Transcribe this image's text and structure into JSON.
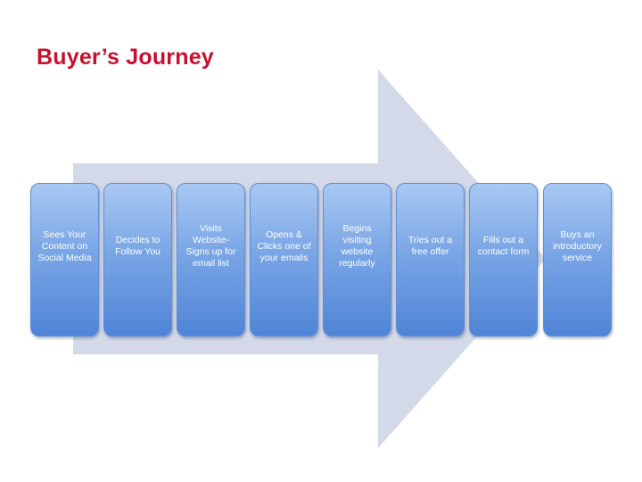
{
  "title": "Buyer’s Journey",
  "colors": {
    "title": "#c8102e",
    "arrow": "#d3d9e8",
    "box_top": "#a9c8f2",
    "box_bottom": "#4f84d6",
    "box_text": "#ffffff"
  },
  "steps": [
    {
      "label": "Sees Your\nContent on\nSocial Media"
    },
    {
      "label": "Decides to\nFollow You"
    },
    {
      "label": "Visits\nWebsite-\nSigns up for\nemail list"
    },
    {
      "label": "Opens &\nClicks one of\nyour emails"
    },
    {
      "label": "Begins\nvisiting\nwebsite\nregularly"
    },
    {
      "label": "Tries out a\nfree offer"
    },
    {
      "label": "Fills out a\ncontact form"
    },
    {
      "label": "Buys an\nintroductory\nservice"
    }
  ]
}
